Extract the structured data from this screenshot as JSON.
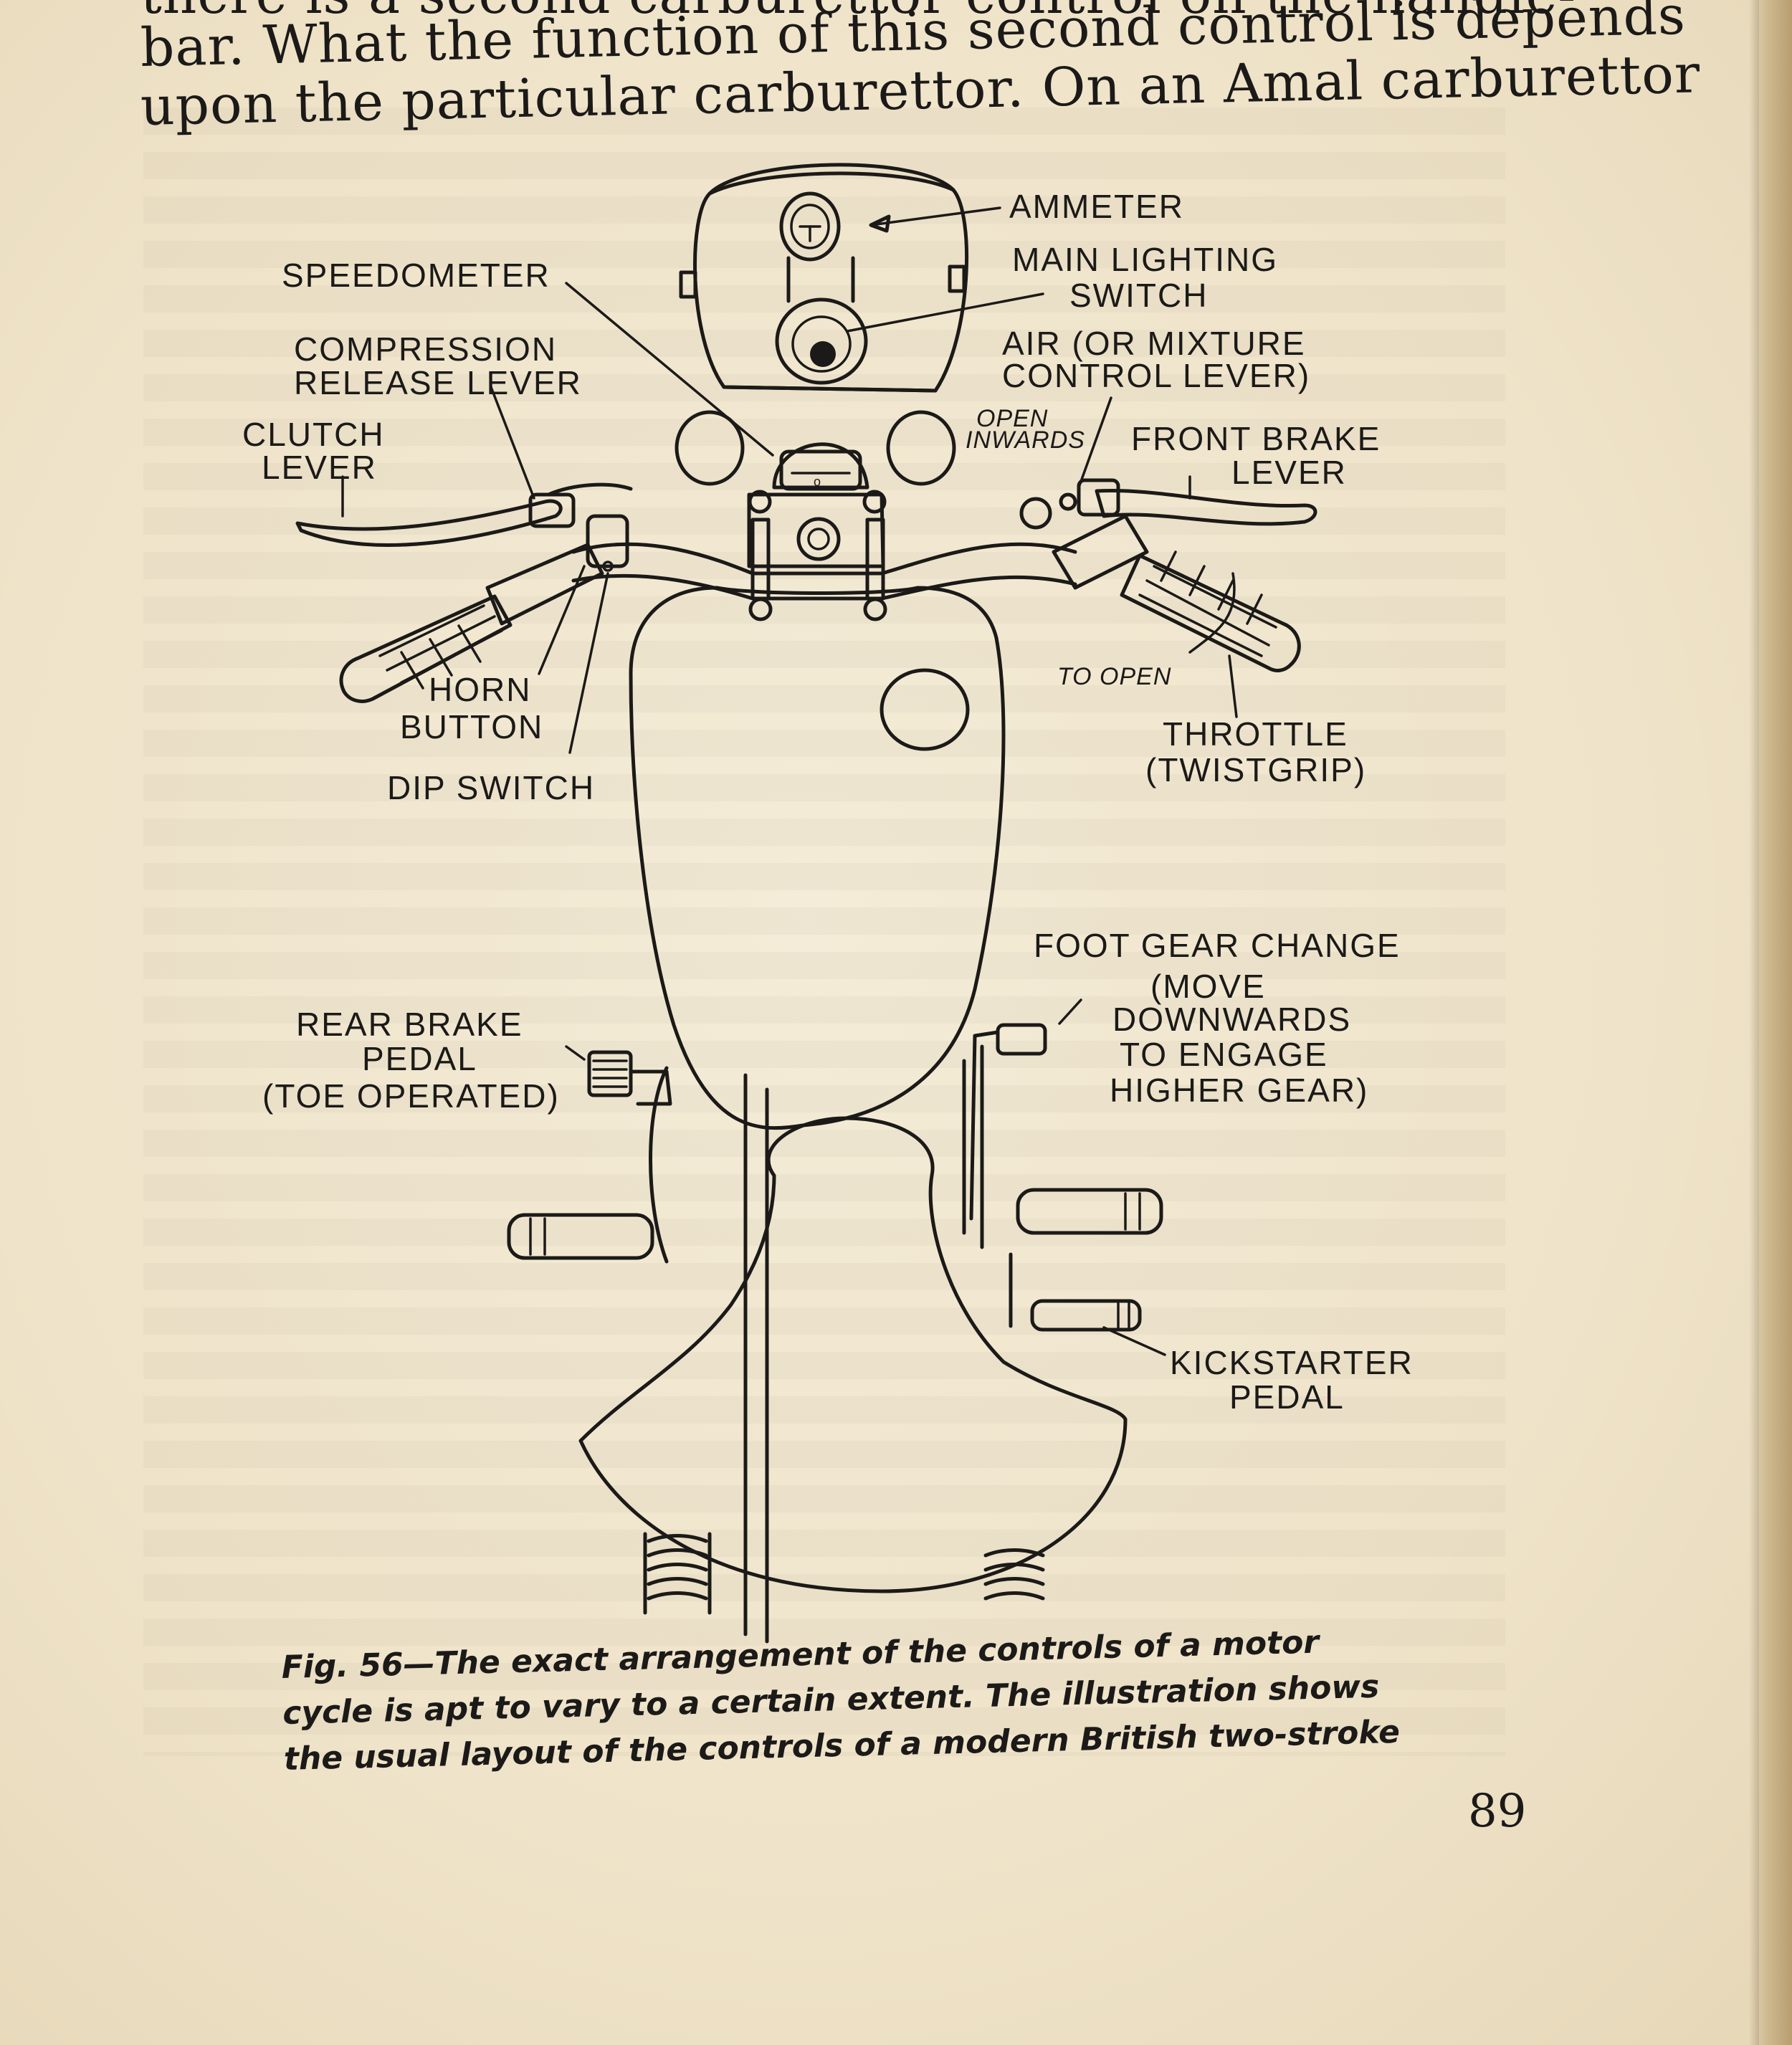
{
  "body_text": {
    "line0": "there is a second carburettor control on the handle-",
    "line1": "bar.  What the function of this second control is depends",
    "line2": "upon the particular carburettor.  On an Amal carburettor"
  },
  "labels": {
    "ammeter": "AMMETER",
    "main_lighting_1": "MAIN LIGHTING",
    "main_lighting_2": "SWITCH",
    "speedometer": "SPEEDOMETER",
    "compression_1": "COMPRESSION",
    "compression_2": "RELEASE LEVER",
    "air_1": "AIR (OR MIXTURE",
    "air_2": "CONTROL LEVER)",
    "open_1": "OPEN",
    "open_2": "INWARDS",
    "front_brake_1": "FRONT BRAKE",
    "front_brake_2": "LEVER",
    "clutch_1": "CLUTCH",
    "clutch_2": "LEVER",
    "horn_1": "HORN",
    "horn_2": "BUTTON",
    "dip_switch": "DIP SWITCH",
    "to_open": "TO OPEN",
    "throttle_1": "THROTTLE",
    "throttle_2": "(TWISTGRIP)",
    "foot_gear_1": "FOOT GEAR CHANGE",
    "foot_gear_2": "(MOVE",
    "foot_gear_3": "DOWNWARDS",
    "foot_gear_4": "TO ENGAGE",
    "foot_gear_5": "HIGHER GEAR)",
    "rear_brake_1": "REAR BRAKE",
    "rear_brake_2": "PEDAL",
    "rear_brake_3": "(TOE OPERATED)",
    "kickstarter_1": "KICKSTARTER",
    "kickstarter_2": "PEDAL"
  },
  "caption": {
    "line1": "Fig. 56—The exact arrangement of the controls of a motor",
    "line2": "cycle is apt to vary to a certain extent.  The illustration shows",
    "line3": "the usual layout of the controls of a modern British two-stroke"
  },
  "page_number": "89",
  "colors": {
    "paper": "#f1e7d0",
    "ink": "#1b1a18"
  }
}
